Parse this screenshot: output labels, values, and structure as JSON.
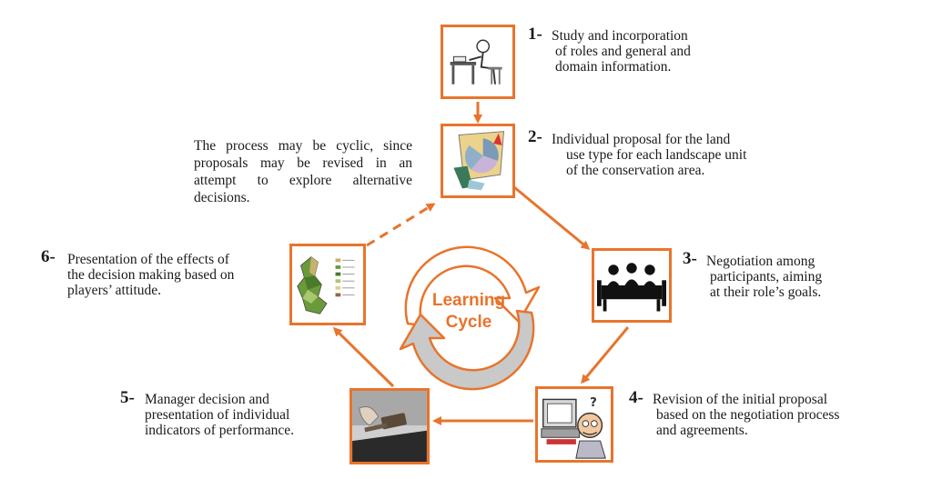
{
  "steps": [
    {
      "number": "1-",
      "lines": [
        "Study and incorporation",
        "of roles and general and",
        "domain information."
      ],
      "icon": "person-studying-icon"
    },
    {
      "number": "2-",
      "lines": [
        "Individual proposal for the land",
        "use type for each landscape unit",
        "of the conservation area."
      ],
      "icon": "easel-chart-icon"
    },
    {
      "number": "3-",
      "lines": [
        "Negotiation among",
        "participants, aiming",
        "at their role’s goals."
      ],
      "icon": "meeting-table-icon"
    },
    {
      "number": "4-",
      "lines": [
        "Revision of the initial proposal",
        "based on the negotiation process",
        "and agreements."
      ],
      "icon": "person-computer-icon"
    },
    {
      "number": "5-",
      "lines": [
        "Manager decision and",
        "presentation of individual",
        "indicators of performance."
      ],
      "icon": "gavel-icon"
    },
    {
      "number": "6-",
      "lines": [
        "Presentation of the effects of",
        "the decision making based on",
        "players’ attitude."
      ],
      "icon": "landscape-map-icon"
    }
  ],
  "cycle_note": "The process may be cyclic, since proposals may be revised in an attempt to explore alternative decisions.",
  "center_label": {
    "line1": "Learning",
    "line2": "Cycle"
  },
  "colors": {
    "accent": "#e8742c",
    "cycle_gray": "#c9c9c9",
    "text": "#1a1a1a"
  }
}
